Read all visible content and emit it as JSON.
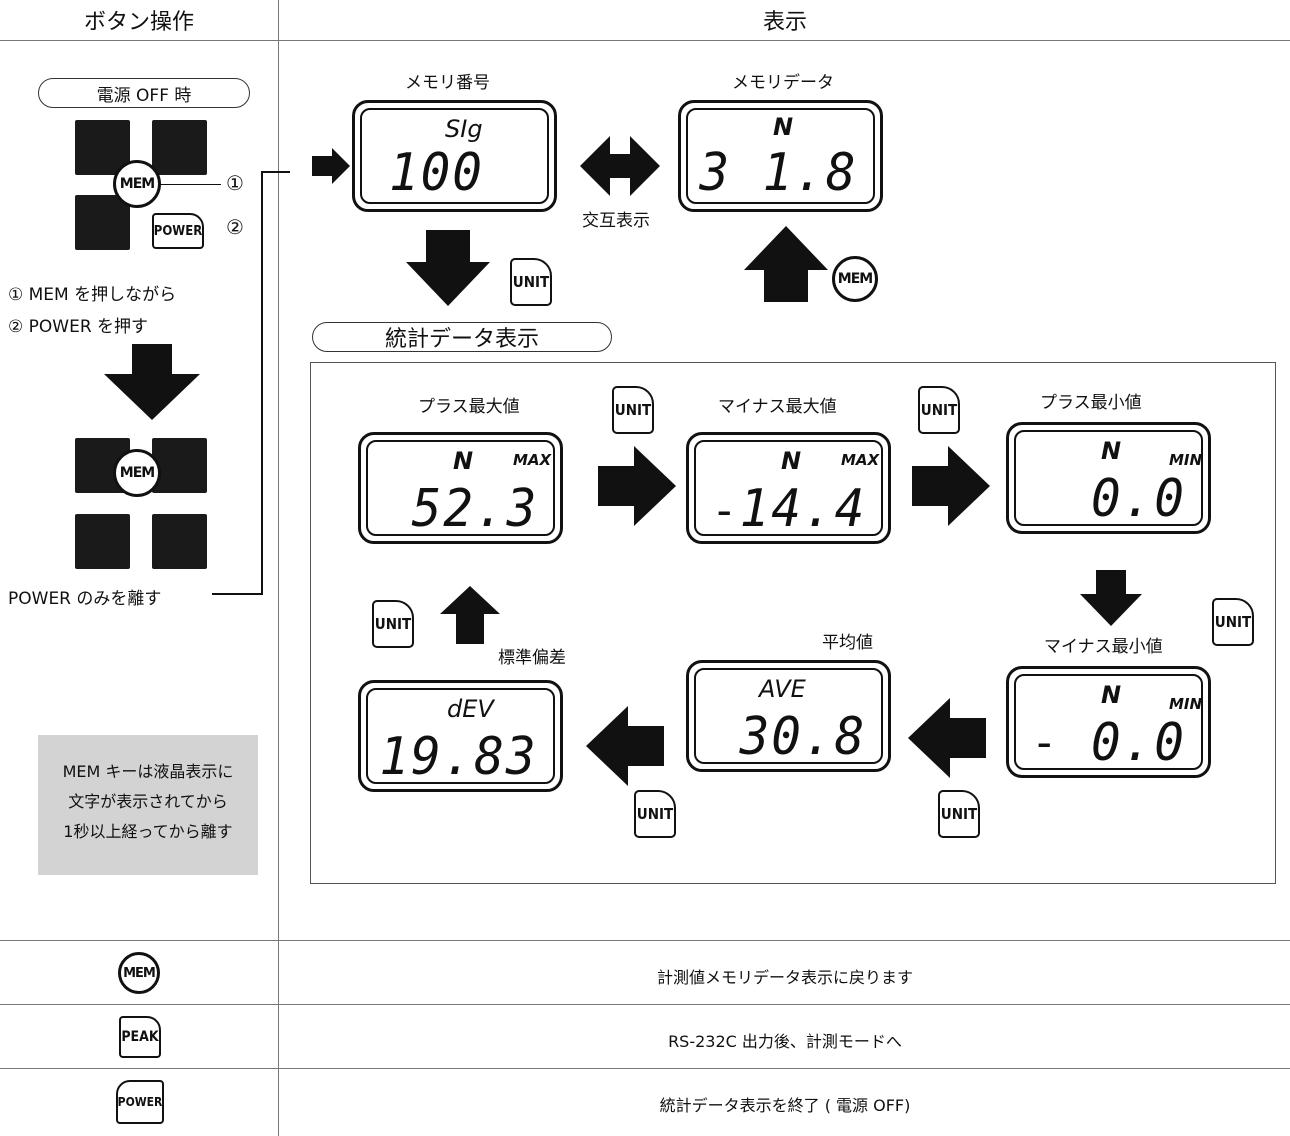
{
  "header": {
    "left": "ボタン操作",
    "right": "表示"
  },
  "left": {
    "power_off_label": "電源 OFF 時",
    "mem_key": "MEM",
    "power_key": "POWER",
    "step_marker_1": "①",
    "step_marker_2": "②",
    "step1": "① MEM を押しながら",
    "step2": "② POWER を押す",
    "release": "POWER のみを離す",
    "note": [
      "MEM キーは液晶表示に",
      "文字が表示されてから",
      "1秒以上経ってから離す"
    ]
  },
  "top": {
    "memory_number_label": "メモリ番号",
    "memory_data_label": "メモリデータ",
    "alternate_label": "交互表示",
    "memory_number_display": {
      "unit": "SIg",
      "value": "100"
    },
    "memory_data_display": {
      "unit": "N",
      "value": "3 1.8"
    },
    "unit_key": "UNIT",
    "mem_key": "MEM"
  },
  "stats": {
    "title": "統計データ表示",
    "unit_key": "UNIT",
    "plus_max": {
      "label": "プラス最大値",
      "unit": "N",
      "tag": "MAX",
      "value": "52.3",
      "sign": ""
    },
    "minus_max": {
      "label": "マイナス最大値",
      "unit": "N",
      "tag": "MAX",
      "value": "14.4",
      "sign": "-"
    },
    "plus_min": {
      "label": "プラス最小値",
      "unit": "N",
      "tag": "MIN",
      "value": "0.0",
      "sign": ""
    },
    "minus_min": {
      "label": "マイナス最小値",
      "unit": "N",
      "tag": "MIN",
      "value": "0.0",
      "sign": "-"
    },
    "average": {
      "label": "平均値",
      "unit": "AVE",
      "value": "30.8"
    },
    "std_dev": {
      "label": "標準偏差",
      "unit": "dEV",
      "value": "19.83"
    }
  },
  "table": {
    "rows": [
      {
        "key": "MEM",
        "text": "計測値メモリデータ表示に戻ります"
      },
      {
        "key": "PEAK",
        "text": "RS-232C 出力後、計測モードへ"
      },
      {
        "key": "POWER",
        "text": "統計データ表示を終了 ( 電源 OFF)"
      }
    ]
  },
  "colors": {
    "arrow": "#111111",
    "note_bg": "#d3d3d3",
    "grid": "#777777"
  }
}
